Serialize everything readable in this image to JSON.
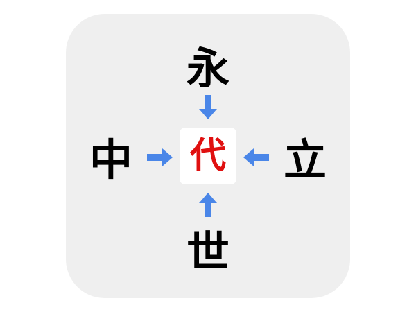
{
  "puzzle": {
    "top": "永",
    "left": "中",
    "right": "立",
    "bottom": "世",
    "answer": "代"
  },
  "colors": {
    "card_bg": "#efefef",
    "arrow": "#4a86e8",
    "answer": "#e01010",
    "kanji": "#000000"
  }
}
